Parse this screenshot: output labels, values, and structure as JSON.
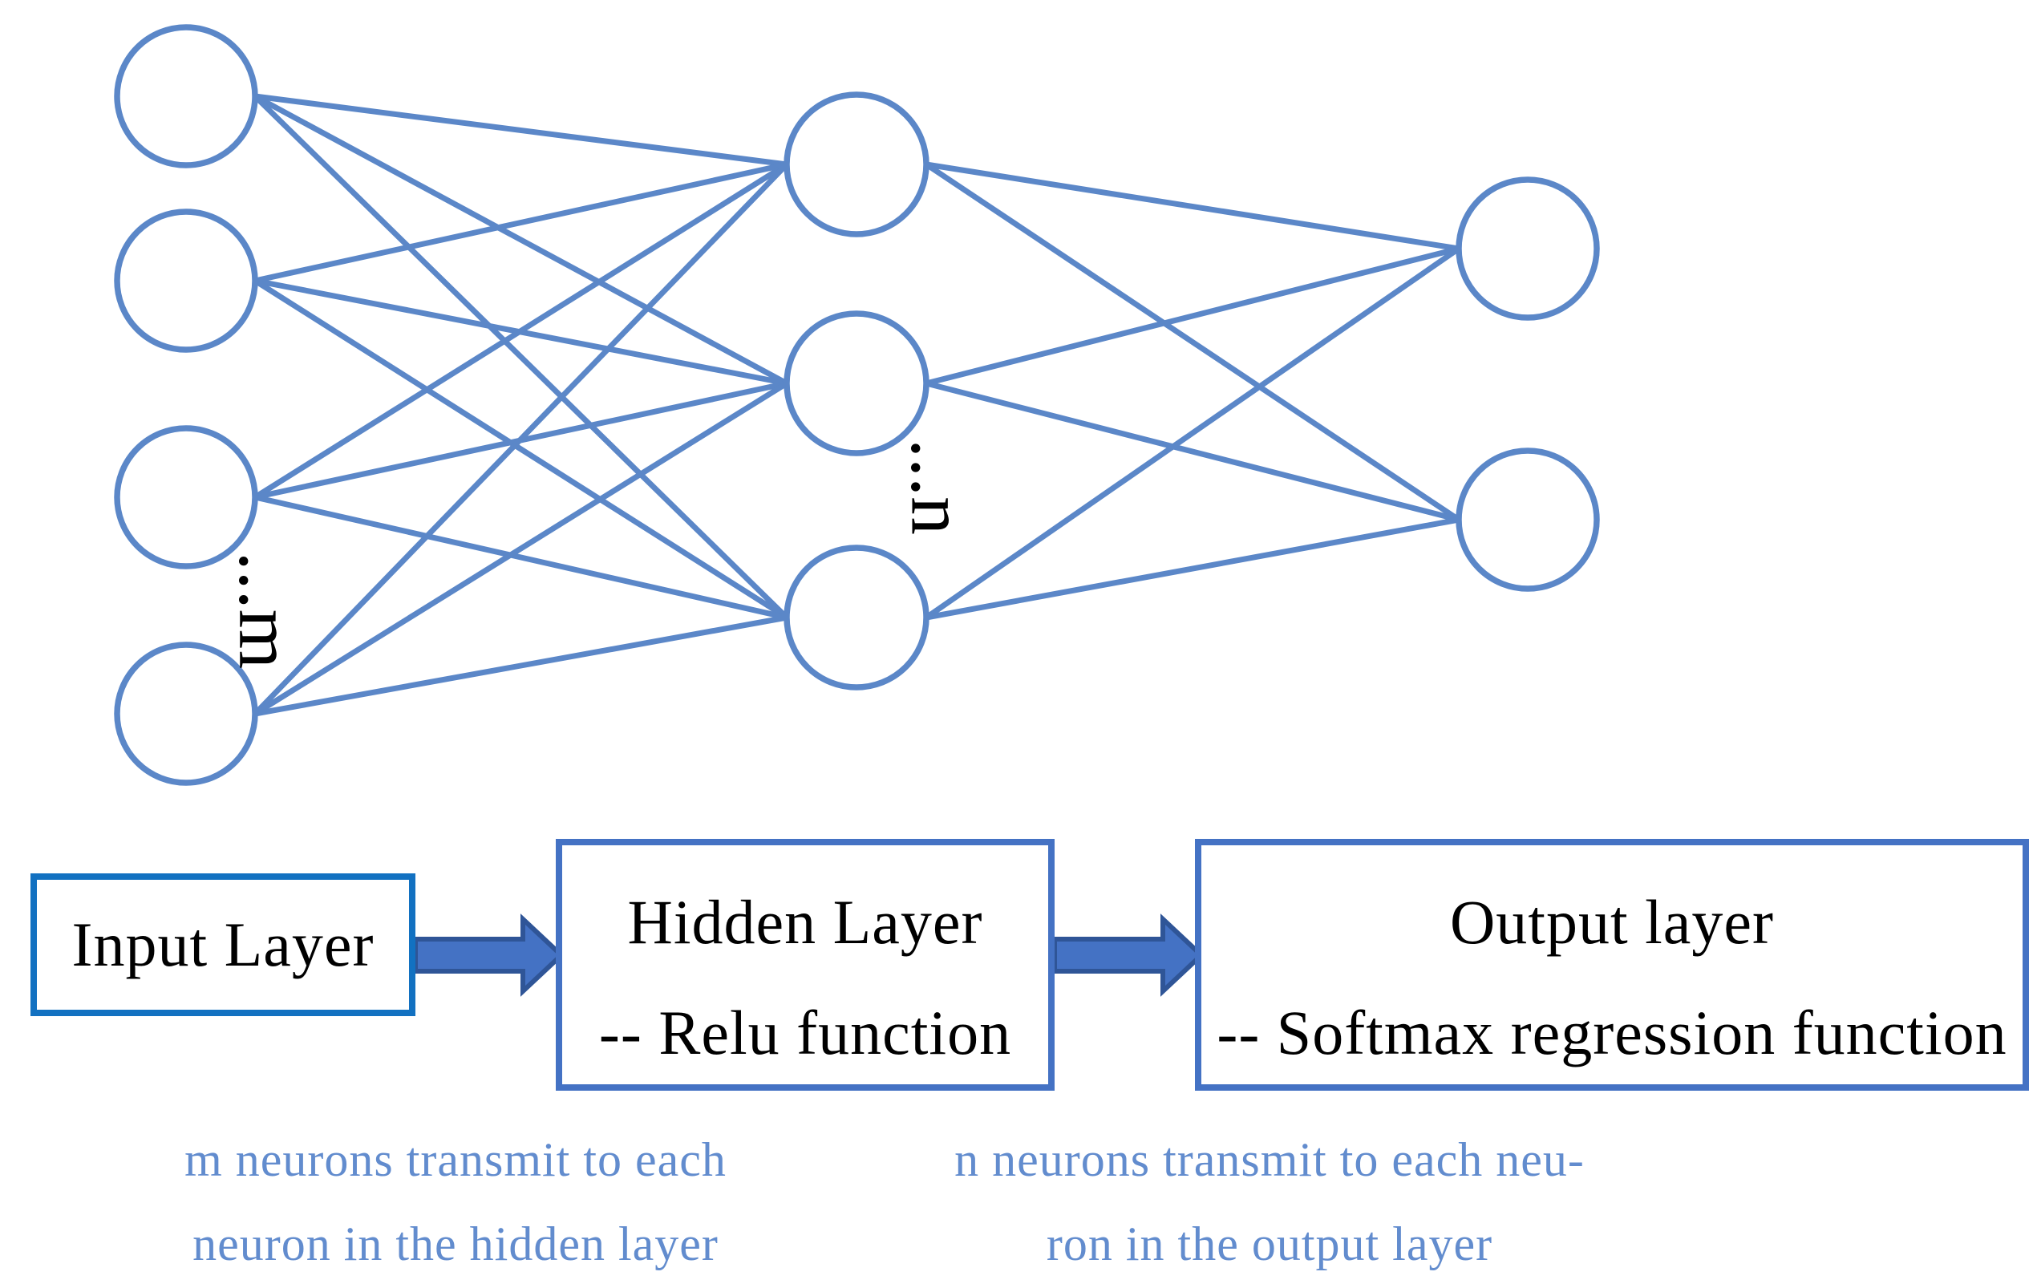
{
  "figure": {
    "type": "neural-network-diagram",
    "description": "Fully connected feed-forward neural network with input, hidden and output layers"
  },
  "network": {
    "layers": [
      {
        "name": "input",
        "neurons": 4,
        "ellipsis_label": "...m"
      },
      {
        "name": "hidden",
        "neurons": 3,
        "ellipsis_label": "...n"
      },
      {
        "name": "output",
        "neurons": 2,
        "ellipsis_label": ""
      }
    ],
    "connections": "full"
  },
  "boxes": {
    "input": {
      "title": "Input Layer"
    },
    "hidden": {
      "title": "Hidden Layer",
      "subtitle": "-- Relu function"
    },
    "output": {
      "title": "Output layer",
      "subtitle": "-- Softmax regression function"
    }
  },
  "captions": {
    "left": {
      "line1": "m neurons transmit to each",
      "line2": "neuron in the hidden layer"
    },
    "right": {
      "line1": "n neurons transmit to each neu-",
      "line2": "ron in the output layer"
    }
  },
  "colors": {
    "node_stroke": "#5B87C8",
    "connection": "#5B87C8",
    "input_box_border": "#1271C1",
    "box_border": "#4472C4",
    "arrow_fill": "#4472C4",
    "arrow_outline": "#2F5597",
    "caption_text": "#628CCE",
    "label_text": "#000000",
    "background": "#FFFFFF"
  }
}
